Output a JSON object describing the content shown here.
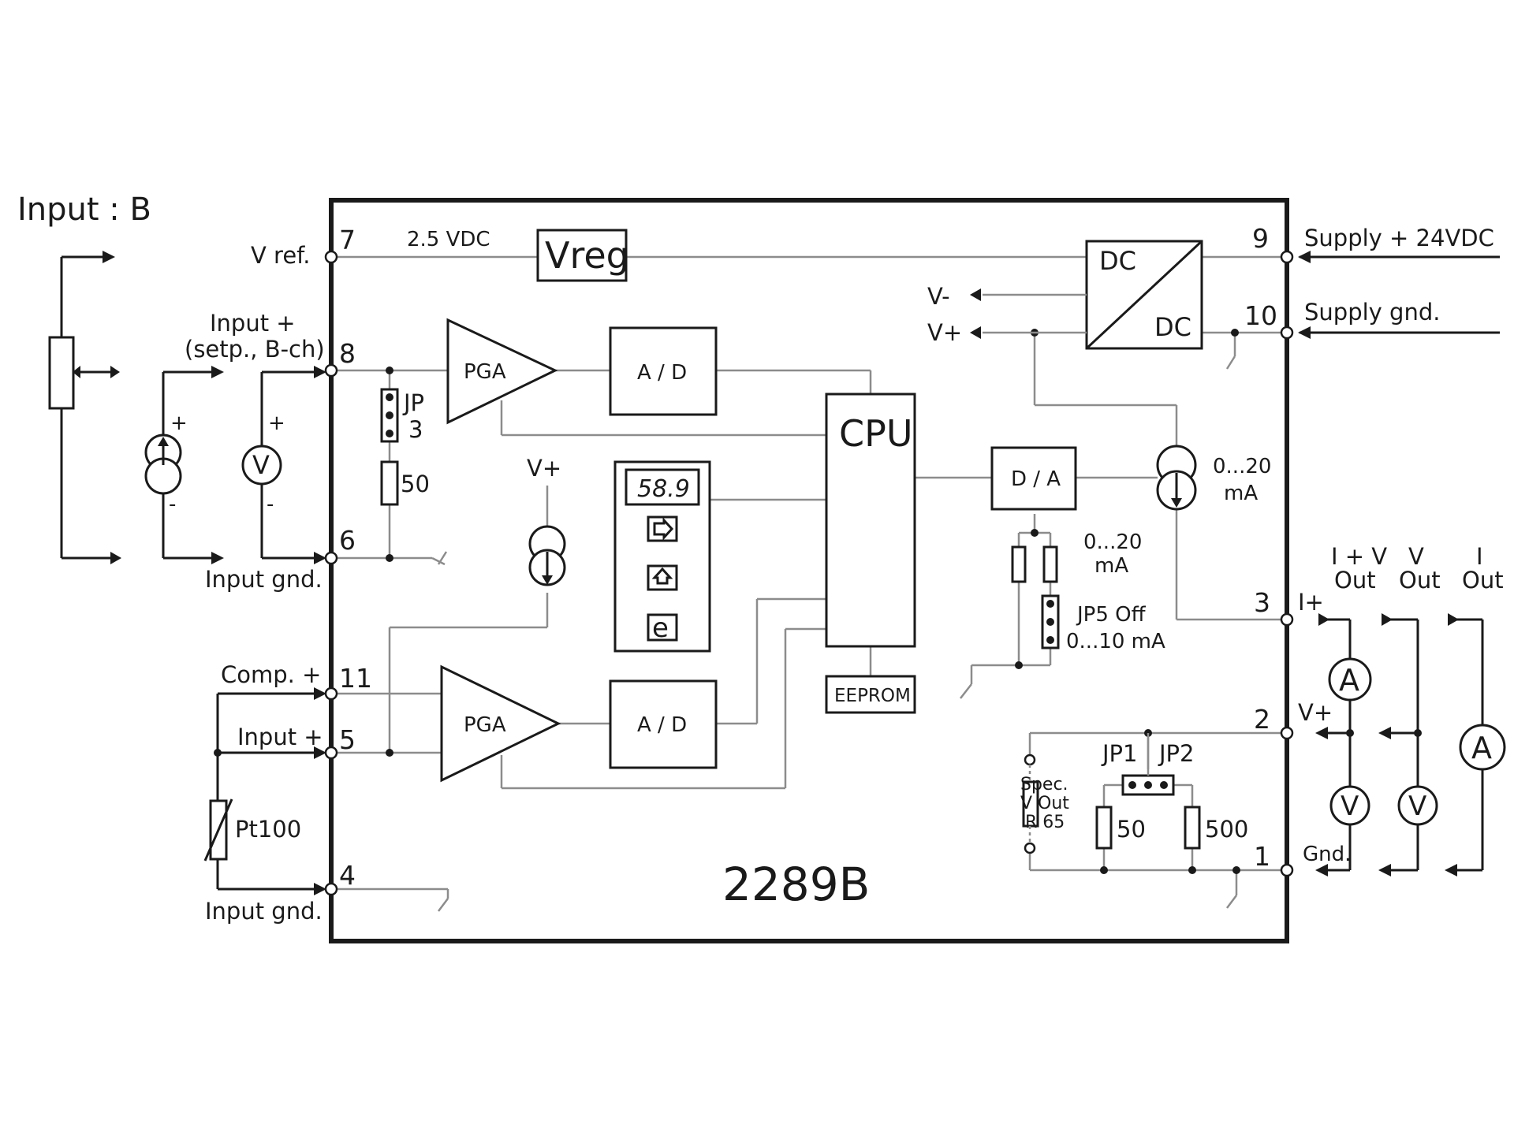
{
  "diagram": {
    "title": "Input : B",
    "model": "2289B",
    "terminals": {
      "t7": "7",
      "t8": "8",
      "t6": "6",
      "t11": "11",
      "t5": "5",
      "t4": "4",
      "t9": "9",
      "t10": "10",
      "t3": "3",
      "t2": "2",
      "t1": "1"
    },
    "left_labels": {
      "vref": "V ref.",
      "input_plus": "Input +",
      "setp": "(setp., B-ch)",
      "input_gnd_1": "Input gnd.",
      "comp_plus": "Comp. +",
      "input_plus_2": "Input +",
      "input_gnd_2": "Input gnd.",
      "pt100": "Pt100"
    },
    "blocks": {
      "vreg": "Vreg",
      "vdc": "2.5 VDC",
      "pga1": "PGA",
      "pga2": "PGA",
      "ad1": "A / D",
      "ad2": "A / D",
      "cpu": "CPU",
      "eeprom": "EEPROM",
      "da": "D / A",
      "dc_top": "DC",
      "dc_bottom": "DC",
      "display_value": "58.9",
      "btn_e": "e"
    },
    "right_labels": {
      "supply_plus": "Supply + 24VDC",
      "supply_gnd": "Supply gnd.",
      "v_minus": "V-",
      "v_plus_dc": "V+",
      "v_plus_src": "V+",
      "i_plus": "I+",
      "v_plus_out": "V+",
      "gnd": "Gnd.",
      "src_020_a": "0...20",
      "src_020_b": "mA",
      "res_020_a": "0...20",
      "res_020_b": "mA",
      "jp5_a": "JP5 Off",
      "jp5_b": "0...10 mA",
      "jp1": "JP1",
      "jp2": "JP2",
      "spec_a": "Spec.",
      "spec_b": "V Out",
      "spec_c": "R 65",
      "r50_out": "50",
      "r500": "500",
      "out1_a": "I + V",
      "out1_b": "Out",
      "out2_a": "V",
      "out2_b": "Out",
      "out3_a": "I",
      "out3_b": "Out"
    },
    "jumper_labels": {
      "jp": "JP",
      "jp_num": "3",
      "r50": "50"
    },
    "meter_symbols": {
      "volt": "V",
      "amp": "A"
    },
    "polarity": {
      "plus": "+",
      "minus": "-"
    }
  }
}
